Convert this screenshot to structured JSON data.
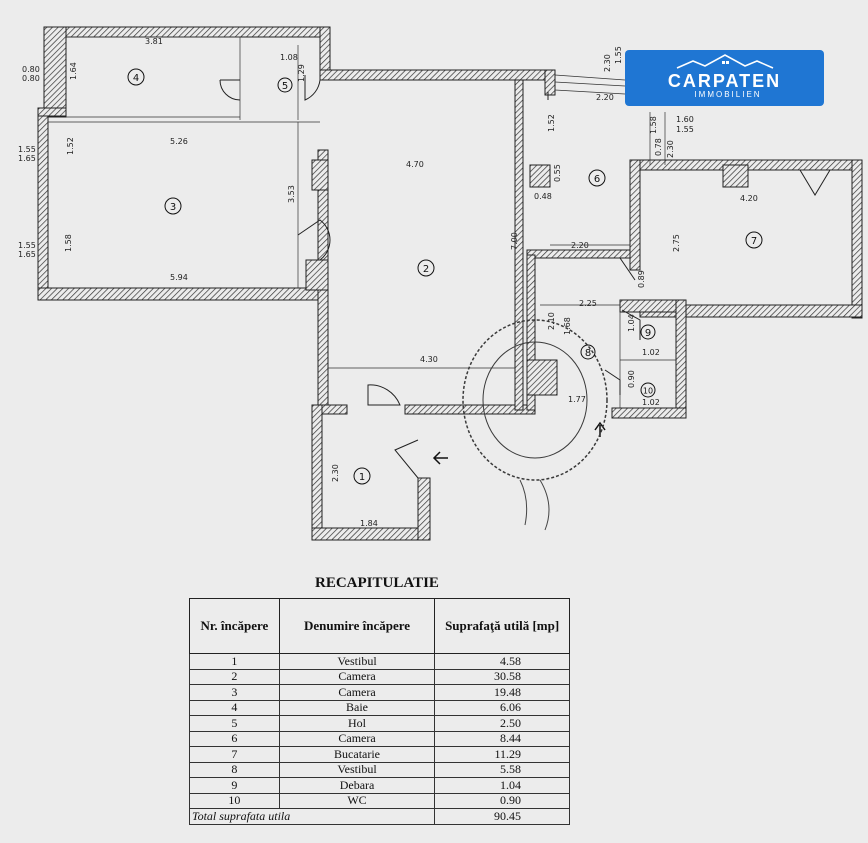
{
  "logo": {
    "name": "CARPATEN",
    "sub": "IMMOBILIEN",
    "color": "#1f76d3"
  },
  "plan": {
    "rooms": [
      "1",
      "2",
      "3",
      "4",
      "5",
      "6",
      "7",
      "8",
      "9",
      "10"
    ],
    "dims": [
      "3.81",
      "1.08",
      "1.64",
      "1.29",
      "0.80",
      "0.80",
      "5.26",
      "1.52",
      "1.55",
      "1.65",
      "4.70",
      "3.53",
      "1.58",
      "5.94",
      "1.55",
      "1.65",
      "7.00",
      "4.30",
      "2.30",
      "1.84",
      "1.52",
      "0.55",
      "0.48",
      "2.20",
      "2.25",
      "2.10",
      "1.68",
      "1.77",
      "1.04",
      "1.02",
      "0.90",
      "1.02",
      "0.89",
      "2.30",
      "1.55",
      "2.20",
      "1.60",
      "1.55",
      "1.58",
      "0.78",
      "2.30",
      "4.20",
      "2.75"
    ]
  },
  "summary": {
    "title": "RECAPITULATIE",
    "headers": [
      "Nr. încăpere",
      "Denumire încăpere",
      "Suprafaţă utilă [mp]"
    ],
    "rows": [
      {
        "nr": "1",
        "name": "Vestibul",
        "area": "4.58"
      },
      {
        "nr": "2",
        "name": "Camera",
        "area": "30.58"
      },
      {
        "nr": "3",
        "name": "Camera",
        "area": "19.48"
      },
      {
        "nr": "4",
        "name": "Baie",
        "area": "6.06"
      },
      {
        "nr": "5",
        "name": "Hol",
        "area": "2.50"
      },
      {
        "nr": "6",
        "name": "Camera",
        "area": "8.44"
      },
      {
        "nr": "7",
        "name": "Bucatarie",
        "area": "11.29"
      },
      {
        "nr": "8",
        "name": "Vestibul",
        "area": "5.58"
      },
      {
        "nr": "9",
        "name": "Debara",
        "area": "1.04"
      },
      {
        "nr": "10",
        "name": "WC",
        "area": "0.90"
      }
    ],
    "total_label": "Total suprafata utila",
    "total_value": "90.45"
  }
}
